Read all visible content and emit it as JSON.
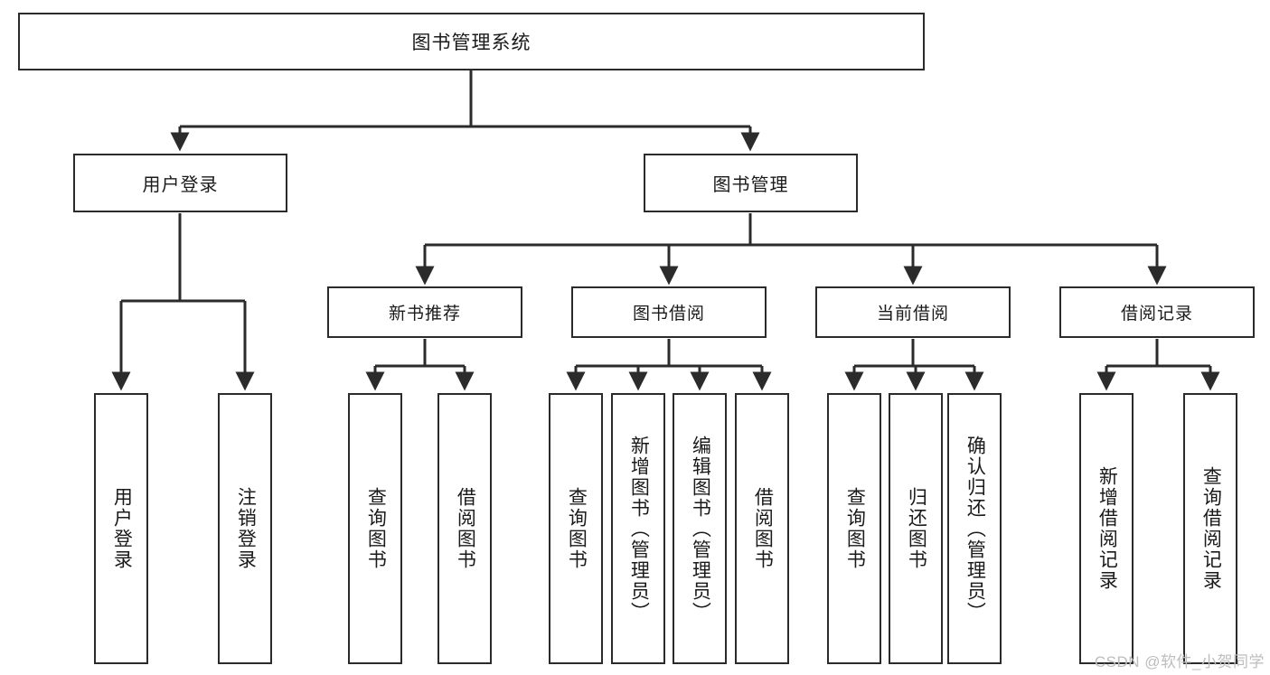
{
  "diagram": {
    "title": "图书管理系统",
    "type": "tree-hierarchy",
    "watermark": "CSDN @软件_小贺同学",
    "colors": {
      "box_border": "#2b2b2b",
      "box_fill": "#ffffff",
      "edge": "#2b2b2b",
      "text": "#1a1a1a",
      "watermark": "#bdbdbd"
    },
    "root": {
      "label": "图书管理系统"
    },
    "level2": [
      {
        "id": "user-login",
        "label": "用户登录"
      },
      {
        "id": "book-manage",
        "label": "图书管理"
      }
    ],
    "level3": [
      {
        "id": "new-book-recommend",
        "label": "新书推荐"
      },
      {
        "id": "book-borrow",
        "label": "图书借阅"
      },
      {
        "id": "current-borrow",
        "label": "当前借阅"
      },
      {
        "id": "borrow-record",
        "label": "借阅记录"
      }
    ],
    "leaves": {
      "user_login": [
        {
          "id": "leaf-user-login",
          "label": "用户登录"
        },
        {
          "id": "leaf-logout-login",
          "label": "注销登录"
        }
      ],
      "new_book_recommend": [
        {
          "id": "leaf-query-book-1",
          "label": "查询图书"
        },
        {
          "id": "leaf-borrow-book-1",
          "label": "借阅图书"
        }
      ],
      "book_borrow": [
        {
          "id": "leaf-query-book-2",
          "label": "查询图书"
        },
        {
          "id": "leaf-add-book",
          "label": "新增图书（管理员）"
        },
        {
          "id": "leaf-edit-book",
          "label": "编辑图书（管理员）"
        },
        {
          "id": "leaf-borrow-book-2",
          "label": "借阅图书"
        }
      ],
      "current_borrow": [
        {
          "id": "leaf-query-book-3",
          "label": "查询图书"
        },
        {
          "id": "leaf-return-book",
          "label": "归还图书"
        },
        {
          "id": "leaf-confirm-return",
          "label": "确认归还（管理员）"
        }
      ],
      "borrow_record": [
        {
          "id": "leaf-add-record",
          "label": "新增借阅记录"
        },
        {
          "id": "leaf-query-record",
          "label": "查询借阅记录"
        }
      ]
    }
  }
}
